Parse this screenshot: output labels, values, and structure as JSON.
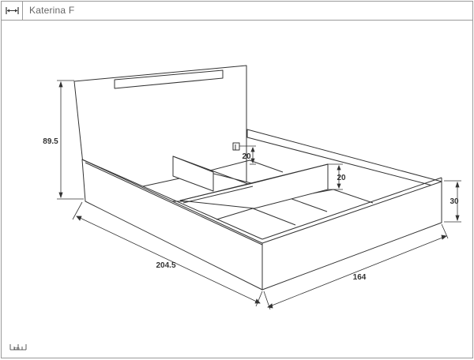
{
  "header": {
    "title": "Katerina F",
    "icon": "dimension-arrow-icon"
  },
  "dimensions": {
    "headboard_height": "89.5",
    "length": "204.5",
    "width": "164",
    "side_height": "30",
    "divider_height_a": "20",
    "divider_height_b": "20"
  },
  "scale": {
    "unit": "cm"
  },
  "colors": {
    "line": "#333333",
    "border": "#9a9a9a",
    "title": "#666666"
  }
}
